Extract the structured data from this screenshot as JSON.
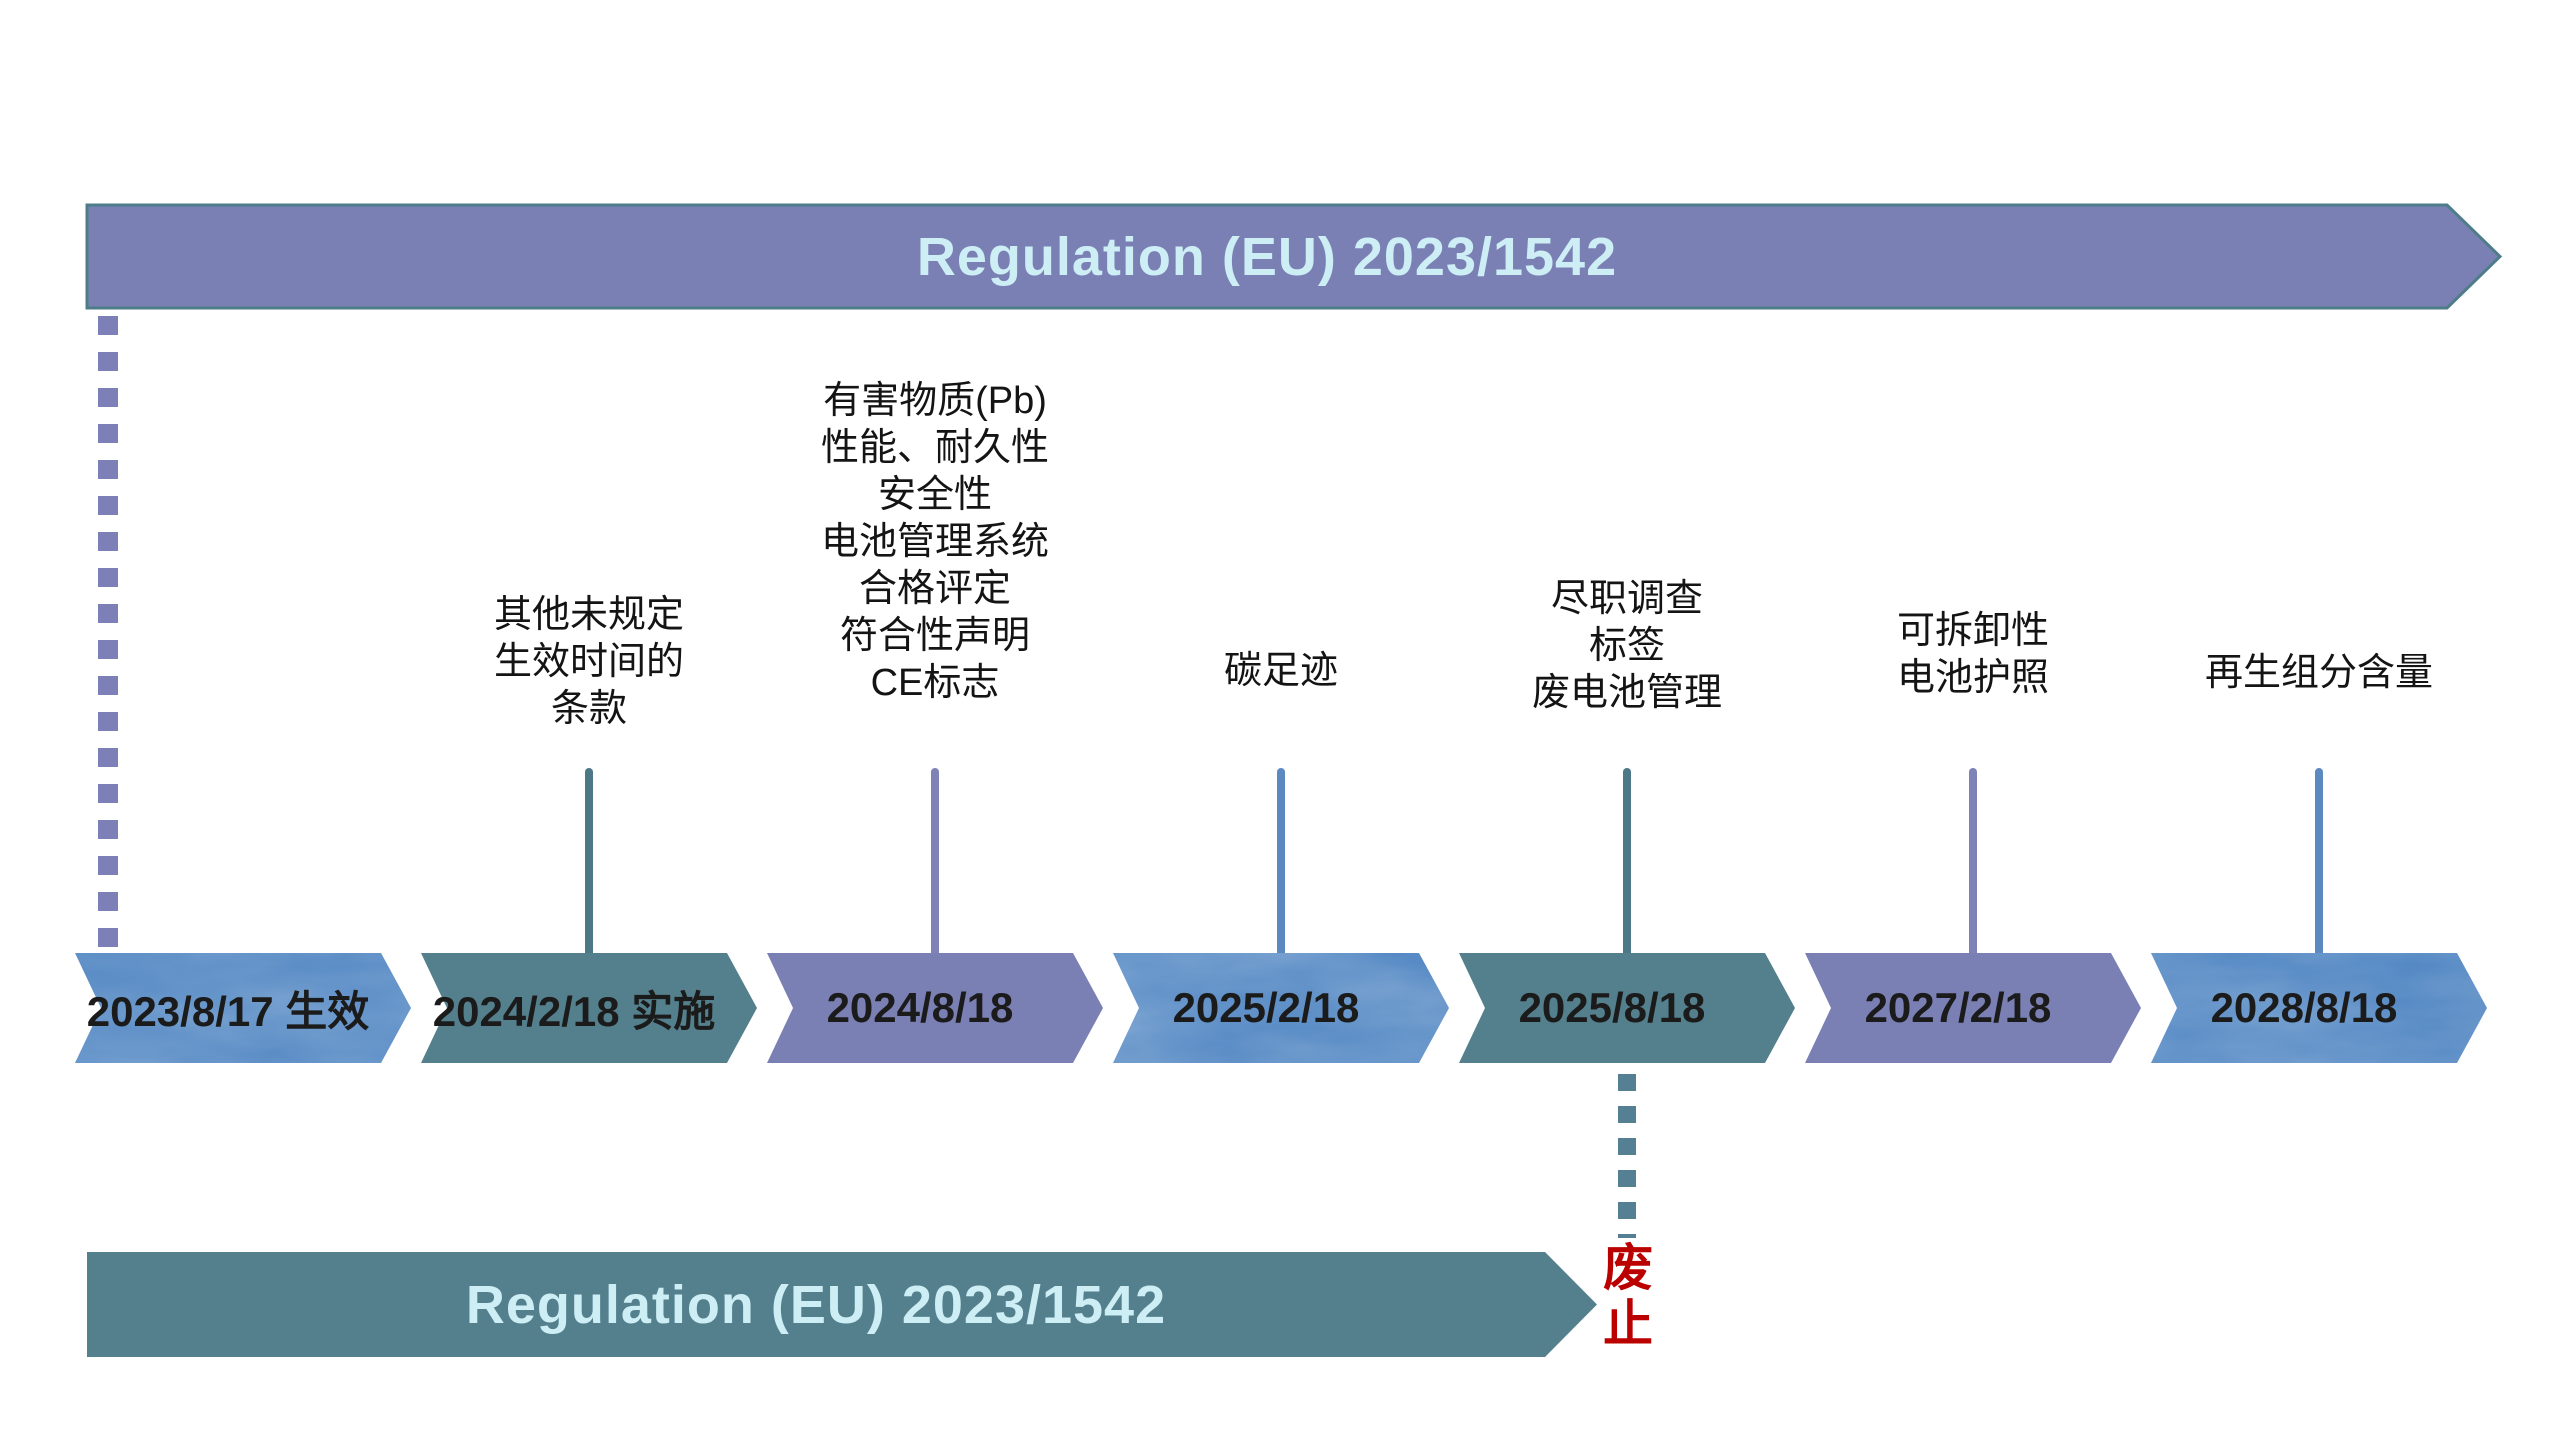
{
  "top_banner": {
    "label": "Regulation (EU) 2023/1542"
  },
  "bottom_banner": {
    "label": "Regulation (EU) 2023/1542"
  },
  "repeal_label": "废\n止",
  "milestones": [
    {
      "date": "2023/8/17 生效",
      "color_name": "blue",
      "label": ""
    },
    {
      "date": "2024/2/18 实施",
      "color_name": "teal",
      "label": "其他未规定\n生效时间的\n条款"
    },
    {
      "date": "2024/8/18",
      "color_name": "purple",
      "label": "有害物质(Pb)\n性能、耐久性\n安全性\n电池管理系统\n合格评定\n符合性声明\nCE标志"
    },
    {
      "date": "2025/2/18",
      "color_name": "blue",
      "label": "碳足迹"
    },
    {
      "date": "2025/8/18",
      "color_name": "teal",
      "label": "尽职调查\n标签\n废电池管理"
    },
    {
      "date": "2027/2/18",
      "color_name": "purple",
      "label": "可拆卸性\n电池护照"
    },
    {
      "date": "2028/8/18",
      "color_name": "blue",
      "label": "再生组分含量"
    }
  ],
  "colors": {
    "purple": "#7b80b4",
    "teal": "#54808d",
    "blue": "#5589c4",
    "banner_outline": "#4e7d8a",
    "banner_text": "#cdeef5",
    "stem_teal": "#4d7887",
    "stem_purple": "#7e82b6",
    "stem_blue": "#5d89c1",
    "dash_purple": "#7c80b6",
    "dash_teal": "#557f92",
    "repeal_red": "#bb0000",
    "date_text": "#1b1b1b",
    "label_text": "#141414"
  }
}
